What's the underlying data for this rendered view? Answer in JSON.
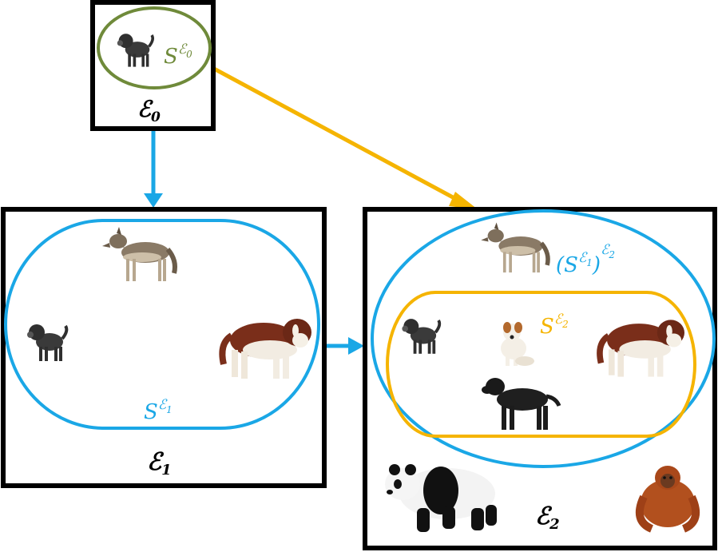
{
  "colors": {
    "frame": "#000000",
    "green": "#6f8a3a",
    "blue": "#1aa7e6",
    "orange": "#f5b400"
  },
  "env0": {
    "label_main": "ℰ",
    "label_sub": "0",
    "set_main": "S",
    "set_sup_main": "ℰ",
    "set_sup_sub": "0",
    "animals": [
      "affenpinscher-icon"
    ]
  },
  "env1": {
    "label_main": "ℰ",
    "label_sub": "1",
    "set_main": "S",
    "set_sup_main": "ℰ",
    "set_sup_sub": "1",
    "animals": [
      "wolf-icon",
      "affenpinscher-icon",
      "saint-bernard-icon"
    ]
  },
  "env2": {
    "label_main": "ℰ",
    "label_sub": "2",
    "outer_set_open": "(S",
    "outer_set_sup_main": "ℰ",
    "outer_set_sup_sub": "1",
    "outer_set_close": ")",
    "outer_set_sup2_main": "ℰ",
    "outer_set_sup2_sub": "2",
    "inner_set_main": "S",
    "inner_set_sup_main": "ℰ",
    "inner_set_sup_sub": "2",
    "animals": [
      "wolf-icon",
      "affenpinscher-icon",
      "terrier-icon",
      "saint-bernard-icon",
      "black-labrador-icon",
      "panda-icon",
      "orangutan-icon"
    ]
  },
  "arrows": [
    {
      "from": "env0",
      "to": "env1",
      "color": "blue"
    },
    {
      "from": "env0",
      "to": "env2",
      "color": "orange"
    },
    {
      "from": "env1",
      "to": "env2",
      "color": "blue"
    }
  ]
}
